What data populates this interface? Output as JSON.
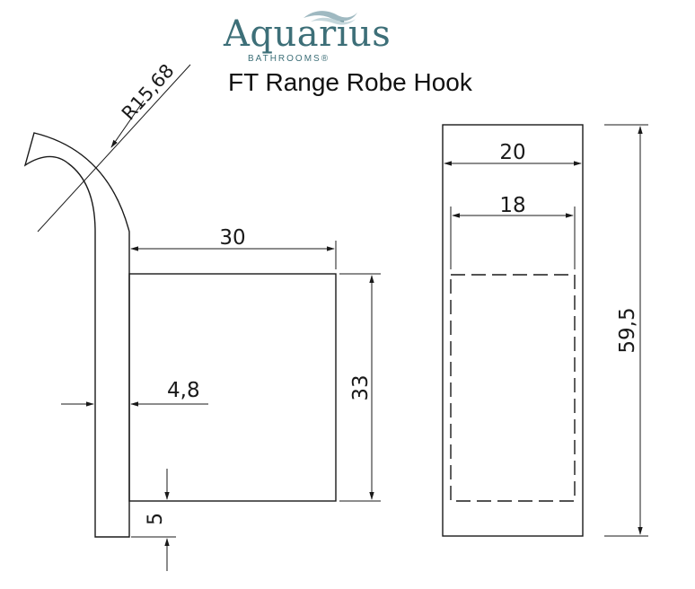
{
  "brand": {
    "name": "Aquarius",
    "tagline": "BATHROOMS®",
    "color": "#3d6f78"
  },
  "product_title": "FT Range Robe Hook",
  "side_view": {
    "radius_label": "R15,68",
    "width_label": "30",
    "height_label": "33",
    "thickness_label": "4,8",
    "bottom_label": "5"
  },
  "front_view": {
    "outer_width_label": "20",
    "inner_width_label": "18",
    "total_height_label": "59,5"
  }
}
